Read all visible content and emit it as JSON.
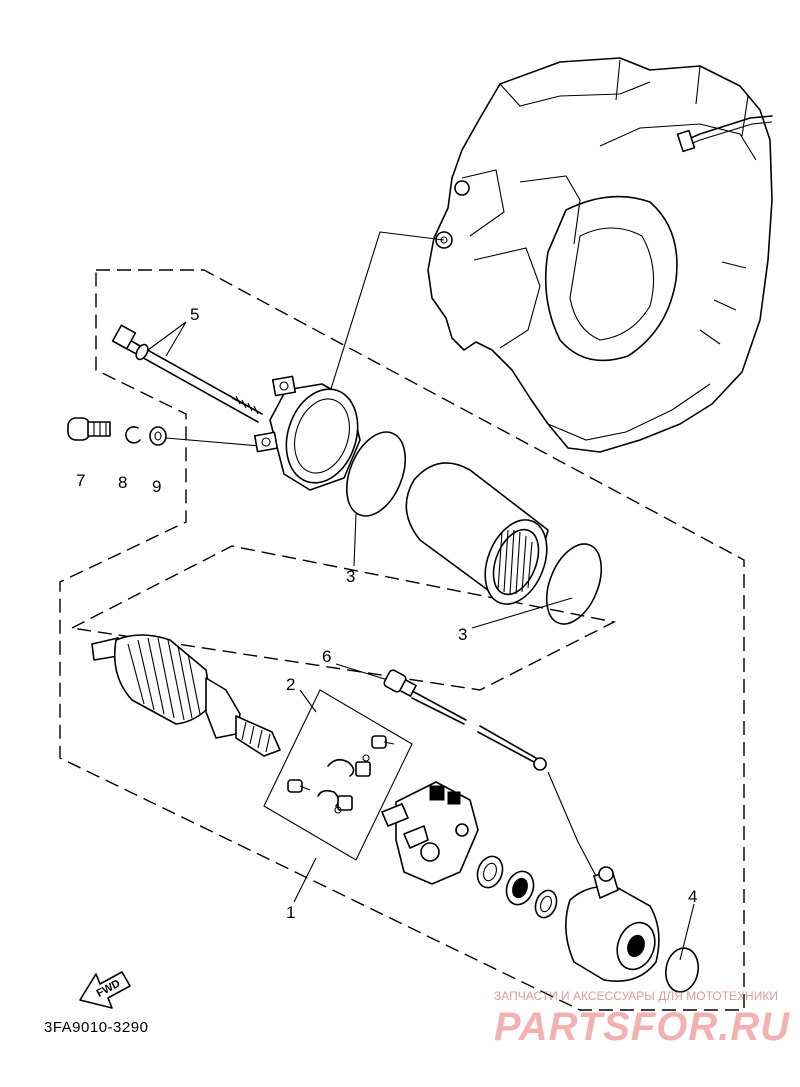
{
  "diagram": {
    "part_numbers": {
      "p1": "1",
      "p2": "2",
      "p3a": "3",
      "p3b": "3",
      "p4": "4",
      "p5": "5",
      "p6": "6",
      "p7": "7",
      "p8": "8",
      "p9": "9"
    },
    "arrow_label": "FWD",
    "catalog_code": "3FA9010-3290"
  },
  "watermark": {
    "line1": "ЗАПЧАСТИ И АКСЕССУАРЫ ДЛЯ МОТОТЕХНИКИ",
    "logo": "PARTSFOR.RU"
  },
  "colors": {
    "ink": "#000000",
    "paper": "#ffffff",
    "watermark": "#dd2222"
  }
}
